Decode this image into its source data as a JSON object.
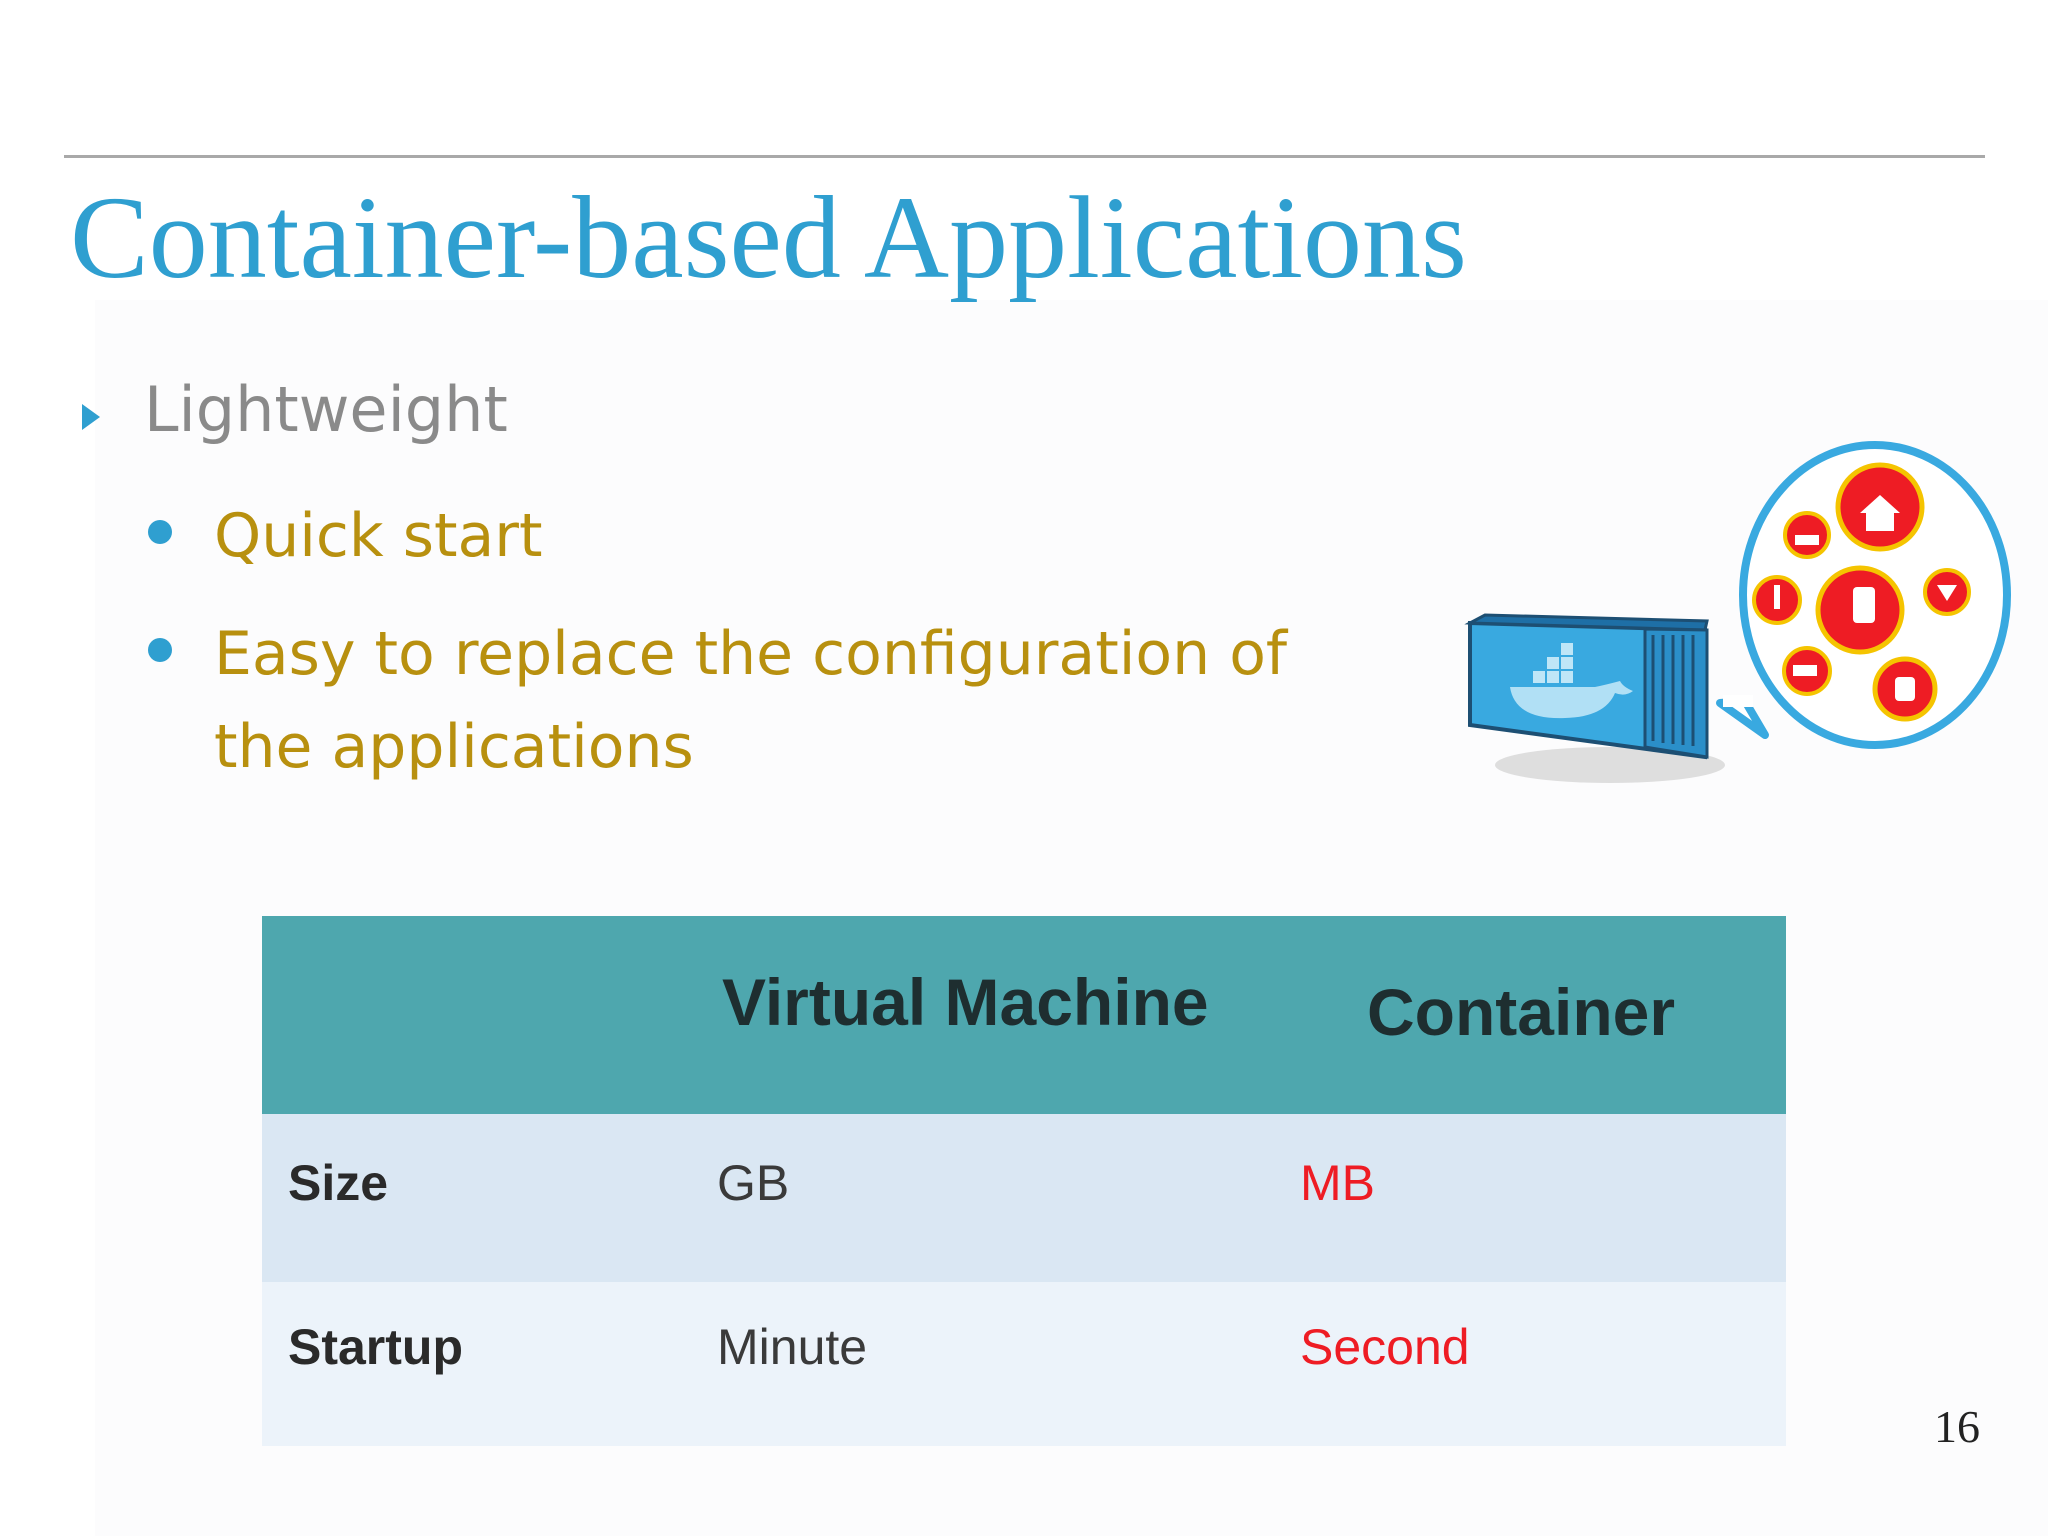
{
  "slide": {
    "title": "Container-based Applications",
    "page_number": "16"
  },
  "bullets": {
    "level1": "Lightweight",
    "level2": [
      "Quick start",
      "Easy to replace the configuration of the applications"
    ]
  },
  "table": {
    "headers": [
      "",
      "Virtual Machine",
      "Container"
    ],
    "rows": [
      {
        "label": "Size",
        "vm": "GB",
        "container": "MB"
      },
      {
        "label": "Startup",
        "vm": "Minute",
        "container": "Second"
      }
    ]
  },
  "colors": {
    "title": "#2f9fd0",
    "level1_text": "#8a8a8a",
    "level2_text": "#b8900f",
    "table_header": "#4ea7ae",
    "highlight_red": "#ee1c24"
  },
  "illustration": {
    "icons": [
      "docker-container-icon",
      "speech-bubble-icon",
      "factory-icon",
      "home-wifi-icon",
      "thermometer-icon",
      "phone-in-hand-icon",
      "medical-icon",
      "truck-icon",
      "smartwatch-icon"
    ]
  }
}
